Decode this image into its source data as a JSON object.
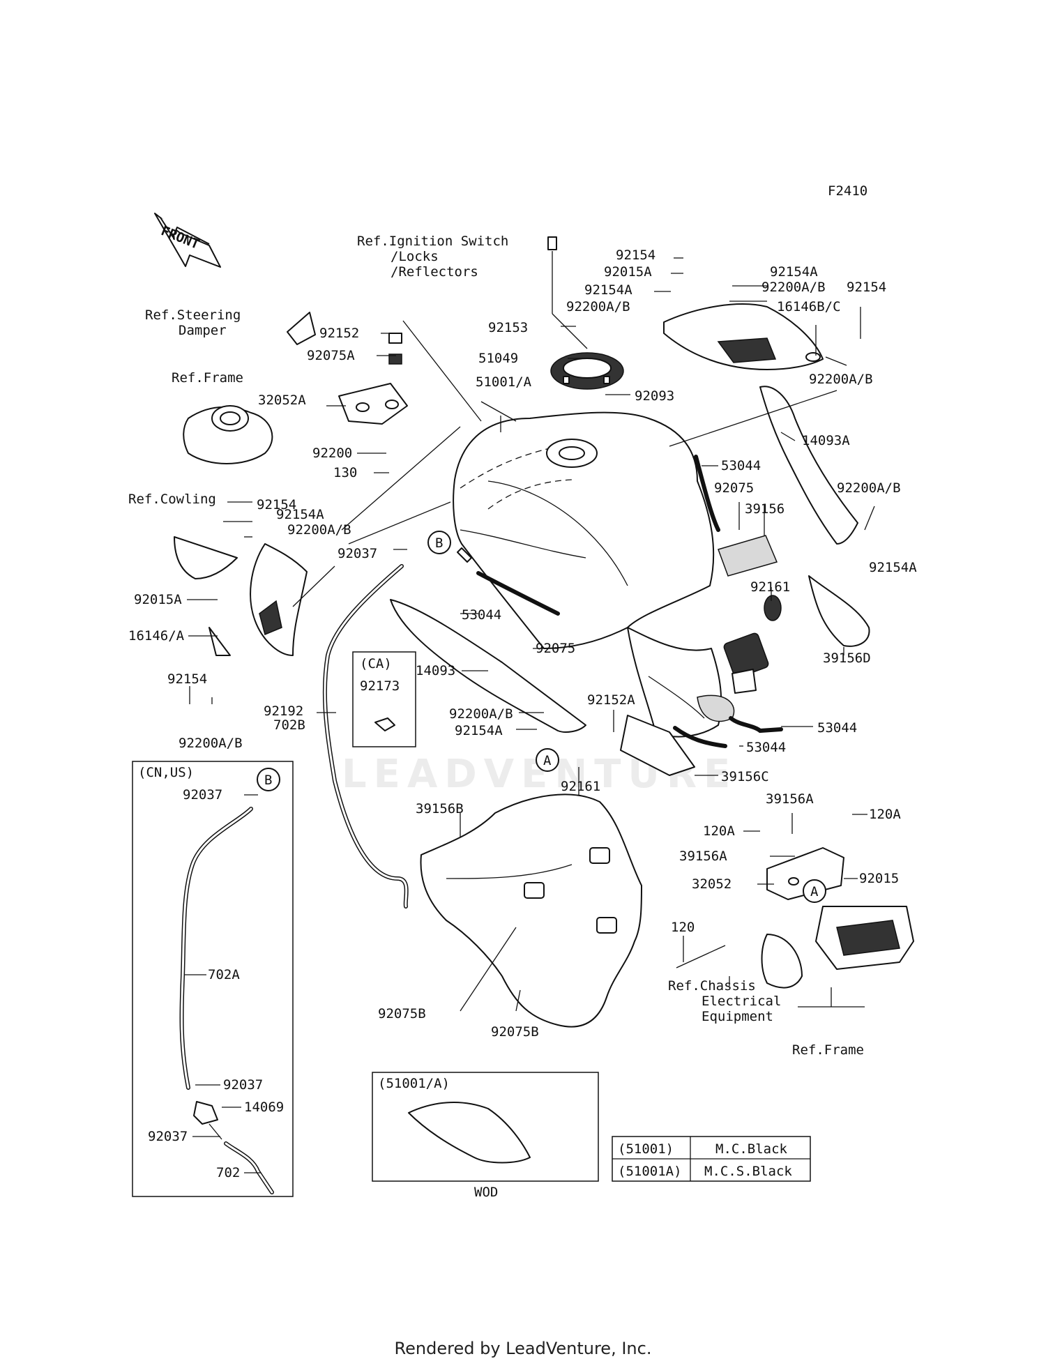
{
  "figure_code": "F2410",
  "front_label": "FRONT",
  "parts": {
    "p92154_a": "92154",
    "p92015A_a": "92015A",
    "p92154A_a": "92154A",
    "p92200AB_a": "92200A/B",
    "p92154A_b": "92154A",
    "p92200AB_b": "92200A/B",
    "p92154_b": "92154",
    "p16146BC": "16146B/C",
    "p92200AB_c": "92200A/B",
    "p92153": "92153",
    "p51049": "51049",
    "p92093": "92093",
    "p92152": "92152",
    "p92075A": "92075A",
    "p32052A": "32052A",
    "p92200": "92200",
    "p130": "130",
    "p51001A": "51001/A",
    "p14093A": "14093A",
    "p53044_a": "53044",
    "p92075_a": "92075",
    "p39156": "39156",
    "p92200AB_d": "92200A/B",
    "p92154A_c": "92154A",
    "p92154_c": "92154",
    "p92154A_d": "92154A",
    "p92200AB_e": "92200A/B",
    "p92037_a": "92037",
    "p92015A_b": "92015A",
    "p16146A": "16146/A",
    "p92154_d": "92154",
    "p92200AB_f": "92200A/B",
    "p53044_b": "53044",
    "p92075_b": "92075",
    "p14093": "14093",
    "p92200AB_g": "92200A/B",
    "p92154A_e": "92154A",
    "p92152A": "92152A",
    "p92161_a": "92161",
    "p92161_b": "92161",
    "p39156D": "39156D",
    "p53044_c": "53044",
    "p53044_d": "53044",
    "p39156C": "39156C",
    "p92192": "92192",
    "p702B": "702B",
    "p92173": "92173",
    "p39156B": "39156B",
    "p39156A_a": "39156A",
    "p120A_a": "120A",
    "p120A_b": "120A",
    "p39156A_b": "39156A",
    "p32052": "32052",
    "p92015": "92015",
    "p120": "120",
    "p92075B_a": "92075B",
    "p92075B_b": "92075B",
    "p92037_b": "92037",
    "p702A": "702A",
    "p92037_c": "92037",
    "p14069": "14069",
    "p92037_d": "92037",
    "p702": "702"
  },
  "refs": {
    "ignition_1": "Ref.Ignition Switch",
    "ignition_2": "/Locks",
    "ignition_3": "/Reflectors",
    "steering_1": "Ref.Steering",
    "steering_2": "Damper",
    "frame_top": "Ref.Frame",
    "cowling": "Ref.Cowling",
    "chassis_1": "Ref.Chassis",
    "chassis_2": "Electrical",
    "chassis_3": "Equipment",
    "frame_bottom": "Ref.Frame"
  },
  "callouts": {
    "a1": "A",
    "a2": "A",
    "b1": "B",
    "b2": "B"
  },
  "boxes": {
    "ca_label": "(CA)",
    "cnus_label": "(CN,US)",
    "tank_variant_label": "(51001/A)",
    "tank_variant_caption": "WOD"
  },
  "color_table": [
    {
      "part": "(51001)",
      "color": "M.C.Black"
    },
    {
      "part": "(51001A)",
      "color": "M.C.S.Black"
    }
  ],
  "watermark": "LEADVENTURE",
  "footer": "Rendered by LeadVenture, Inc."
}
